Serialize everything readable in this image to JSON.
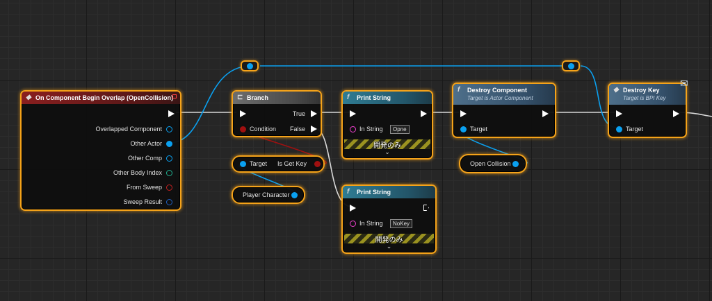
{
  "colors": {
    "object": "#0aa0f0",
    "string": "#f040d0",
    "bool": "#a01010",
    "struct_vec": "#20b090",
    "hit_result": "#2060c0",
    "name": "#c02020",
    "selection": "#f5a31a"
  },
  "event_node": {
    "title": "On Component Begin Overlap (OpenCollision)",
    "pins": [
      "Overlapped Component",
      "Other Actor",
      "Other Comp",
      "Other Body Index",
      "From Sweep",
      "Sweep Result"
    ]
  },
  "branch_node": {
    "title": "Branch",
    "condition": "Condition",
    "true_label": "True",
    "false_label": "False",
    "icon": "branch-icon"
  },
  "get_key_node": {
    "target": "Target",
    "output": "Is Get Key"
  },
  "player_character_node": {
    "label": "Player Character"
  },
  "print_string_1": {
    "title": "Print String",
    "in_string_label": "In String",
    "in_string_value": "Opne",
    "dev_only": "開発のみ",
    "expand_icon": "chevron-down-icon"
  },
  "print_string_2": {
    "title": "Print String",
    "in_string_label": "In String",
    "in_string_value": "NoKey",
    "dev_only": "開発のみ",
    "expand_icon": "chevron-down-icon"
  },
  "destroy_component_node": {
    "title": "Destroy Component",
    "subtitle": "Target is Actor Component",
    "target": "Target"
  },
  "open_collision_node": {
    "label": "Open Collision"
  },
  "destroy_key_node": {
    "title": "Destroy Key",
    "subtitle": "Target is BPI Key",
    "target": "Target",
    "icon": "message-envelope-icon"
  },
  "glyphs": {
    "func": "f",
    "event": "◆",
    "chevron": "⌄",
    "envelope": "✉",
    "branch": "⊏"
  }
}
